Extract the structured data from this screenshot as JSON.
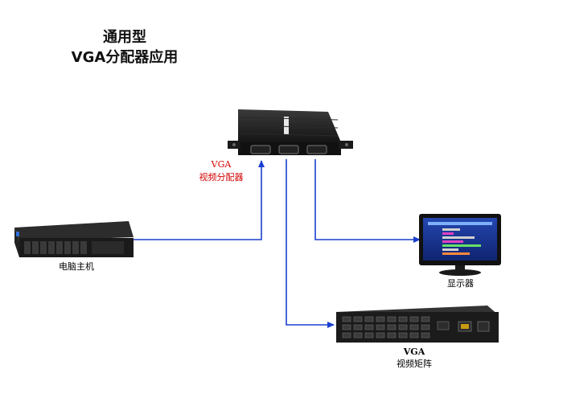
{
  "title": {
    "line1": "通用型",
    "line2": "VGA分配器应用"
  },
  "splitter": {
    "label_line1": "VGA",
    "label_line2": "视频分配器"
  },
  "host": {
    "label": "电脑主机"
  },
  "monitor": {
    "label": "显示器"
  },
  "matrix": {
    "label_line1": "VGA",
    "label_line2": "视频矩阵"
  },
  "colors": {
    "cable": "#1a3fcf",
    "splitter_label": "#d20000",
    "device_body": "#1c1c1c",
    "screen_bg": "#1a2f8c"
  }
}
